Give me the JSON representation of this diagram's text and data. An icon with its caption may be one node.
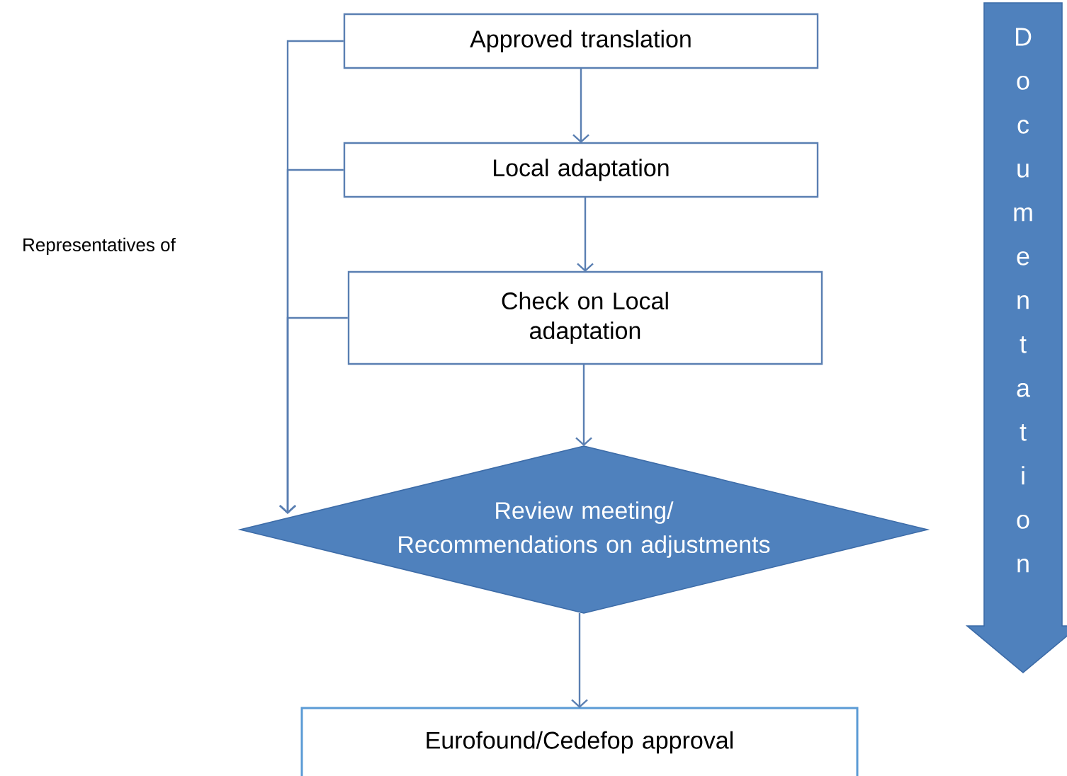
{
  "diagram": {
    "nodes": [
      {
        "text": [
          "Approved translation"
        ]
      },
      {
        "text": [
          "Local adaptation"
        ]
      },
      {
        "text": [
          "Check on Local adaptation"
        ]
      },
      {
        "text": [
          "Review meeting/ Recommendations on adjustments"
        ]
      },
      {
        "text": [
          "Eurofound/Cedefop approval"
        ]
      },
      {
        "text": [
          "Documentation"
        ]
      }
    ],
    "edges": [
      {
        "from": 0,
        "to": 1,
        "arrow": "to"
      },
      {
        "from": 1,
        "to": 2,
        "arrow": "to"
      },
      {
        "from": 2,
        "to": 3,
        "arrow": "to"
      },
      {
        "from": 3,
        "to": 4,
        "arrow": "to"
      },
      {
        "from": 0,
        "to": 3,
        "arrow": "to"
      },
      {
        "from": 1,
        "to": 3,
        "arrow": "to"
      },
      {
        "from": 2,
        "to": 3,
        "arrow": "to"
      }
    ],
    "labels": [
      "Representatives of"
    ]
  }
}
